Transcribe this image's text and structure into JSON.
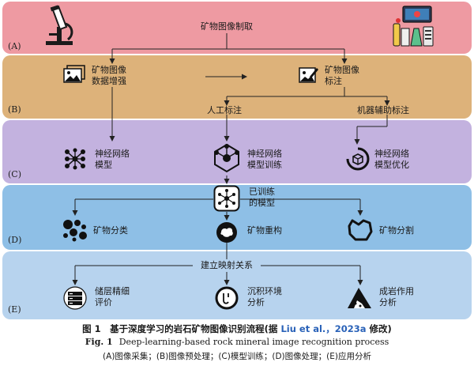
{
  "stages": {
    "a": "(A)",
    "b": "(B)",
    "c": "(C)",
    "d": "(D)",
    "e": "(E)"
  },
  "nodes": {
    "acquire": "矿物图像制取",
    "enhance_1": "矿物图像",
    "enhance_2": "数据增强",
    "annotate_1": "矿物图像",
    "annotate_2": "标注",
    "manual": "人工标注",
    "machine": "机器辅助标注",
    "model_1": "神经网络",
    "model_2": "模型",
    "train_1": "神经网络",
    "train_2": "模型训练",
    "optimize_1": "神经网络",
    "optimize_2": "模型优化",
    "trained_1": "已训练",
    "trained_2": "的模型",
    "classify": "矿物分类",
    "reconstruct": "矿物重构",
    "segment": "矿物分割",
    "mapping": "建立映射关系",
    "reservoir_1": "储层精细",
    "reservoir_2": "评价",
    "sediment_1": "沉积环境",
    "sediment_2": "分析",
    "diagenesis_1": "成岩作用",
    "diagenesis_2": "分析"
  },
  "caption": {
    "cn_prefix": "图 1　基于深度学习的岩石矿物图像识别流程(据 ",
    "cn_ref": "Liu et al.，2023a",
    "cn_suffix": " 修改)",
    "en_label": "Fig. 1",
    "en_text": "Deep-learning-based rock mineral image recognition process",
    "legend": "(A)图像采集；(B)图像预处理；(C)模型训练；(D)图像处理；(E)应用分析"
  },
  "colors": {
    "band_a": "#ee9aa2",
    "band_b": "#ddb27a",
    "band_c": "#c3b2df",
    "band_d": "#8ebfe6",
    "band_e": "#b7d3ee",
    "ref_link": "#2a62b8"
  },
  "icons": [
    "microscope-icon",
    "lab-equipment-icon",
    "image-gallery-icon",
    "image-edit-icon",
    "neural-network-icon",
    "network-training-icon",
    "network-optimize-icon",
    "trained-model-icon",
    "mineral-particles-icon",
    "reconstruction-icon",
    "segmentation-icon",
    "server-icon",
    "sediment-icon",
    "rock-formation-icon"
  ]
}
